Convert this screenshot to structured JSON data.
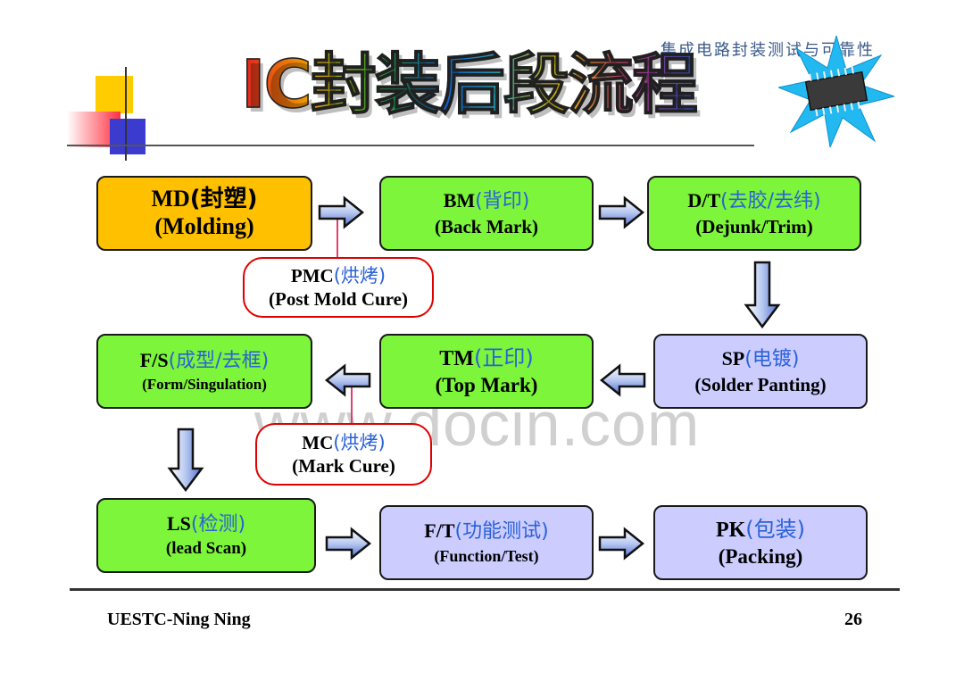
{
  "header": {
    "subtitle": "集成电路封装测试与可靠性",
    "title": "IC封装后段流程"
  },
  "steps": {
    "md": {
      "code": "MD",
      "cn": "(封塑)",
      "en": "(Molding)"
    },
    "bm": {
      "code": "BM",
      "cn": "(背印)",
      "en": "(Back Mark)"
    },
    "dt": {
      "code": "D/T",
      "cn": "(去胶/去纬)",
      "en": "(Dejunk/Trim)"
    },
    "sp": {
      "code": "SP",
      "cn": "(电镀)",
      "en": "(Solder Panting)"
    },
    "tm": {
      "code": "TM",
      "cn": "(正印)",
      "en": "(Top Mark)"
    },
    "fs": {
      "code": "F/S",
      "cn": "(成型/去框)",
      "en": "(Form/Singulation)"
    },
    "ls": {
      "code": "LS",
      "cn": "(检测)",
      "en": "(lead Scan)"
    },
    "ft": {
      "code": "F/T",
      "cn": "(功能测试)",
      "en": "(Function/Test)"
    },
    "pk": {
      "code": "PK",
      "cn": "(包装)",
      "en": "(Packing)"
    }
  },
  "notes": {
    "pmc": {
      "code": "PMC",
      "cn": "(烘烤)",
      "en": "(Post Mold Cure)"
    },
    "mc": {
      "code": "MC",
      "cn": "(烘烤)",
      "en": "(Mark Cure)"
    }
  },
  "watermark": "www.docin.com",
  "footer": {
    "author": "UESTC-Ning Ning",
    "page": "26"
  },
  "colors": {
    "green_box": "#7cf53a",
    "orange_box": "#ffc000",
    "lavender_box": "#ccccff",
    "chinese_text": "#2a62d8",
    "note_border": "#e00000"
  },
  "icons": [
    "chip-star-icon",
    "arrow-right-icon",
    "arrow-left-icon",
    "arrow-down-icon"
  ]
}
